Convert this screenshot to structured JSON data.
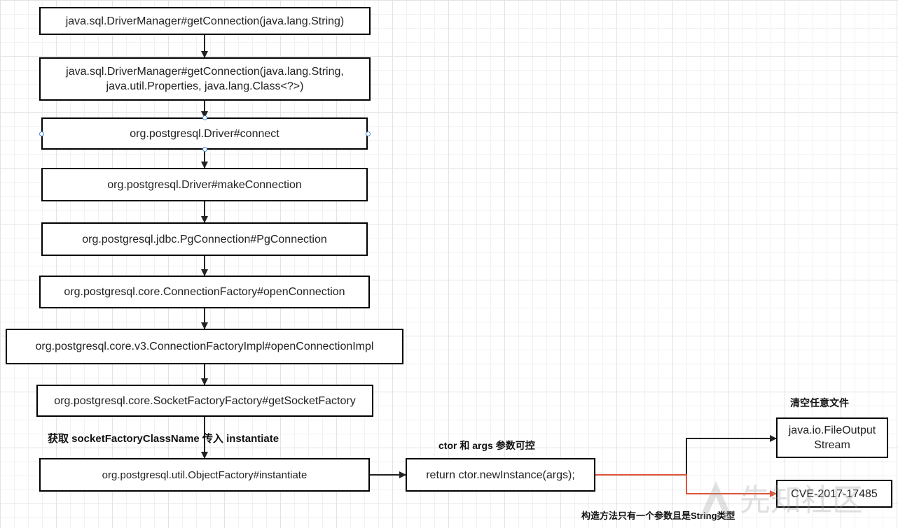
{
  "flow": {
    "n1": "java.sql.DriverManager#getConnection(java.lang.String)",
    "n2_line1": "java.sql.DriverManager#getConnection(java.lang.String,",
    "n2_line2": "java.util.Properties, java.lang.Class<?>)",
    "n3": "org.postgresql.Driver#connect",
    "n4": "org.postgresql.Driver#makeConnection",
    "n5": "org.postgresql.jdbc.PgConnection#PgConnection",
    "n6": "org.postgresql.core.ConnectionFactory#openConnection",
    "n7": "org.postgresql.core.v3.ConnectionFactoryImpl#openConnectionImpl",
    "n8": "org.postgresql.core.SocketFactoryFactory#getSocketFactory",
    "n9": "org.postgresql.util.ObjectFactory#instantiate",
    "n10": "return ctor.newInstance(args);",
    "n11_line1": "java.io.FileOutput",
    "n11_line2": "Stream",
    "n12": "CVE-2017-17485"
  },
  "labels": {
    "get_factory": "获取 socketFactoryClassName  传入 instantiate",
    "ctor_args": "ctor 和 args 参数可控",
    "clear_file": "清空任意文件",
    "constructor_note": "构造方法只有一个参数且是String类型"
  },
  "watermark": {
    "text": "先知社区"
  },
  "colors": {
    "connector": "#000000",
    "highlight_arrow": "#e0543a",
    "selection_handle": "#4a89dc",
    "grid": "#e3e3e3"
  }
}
